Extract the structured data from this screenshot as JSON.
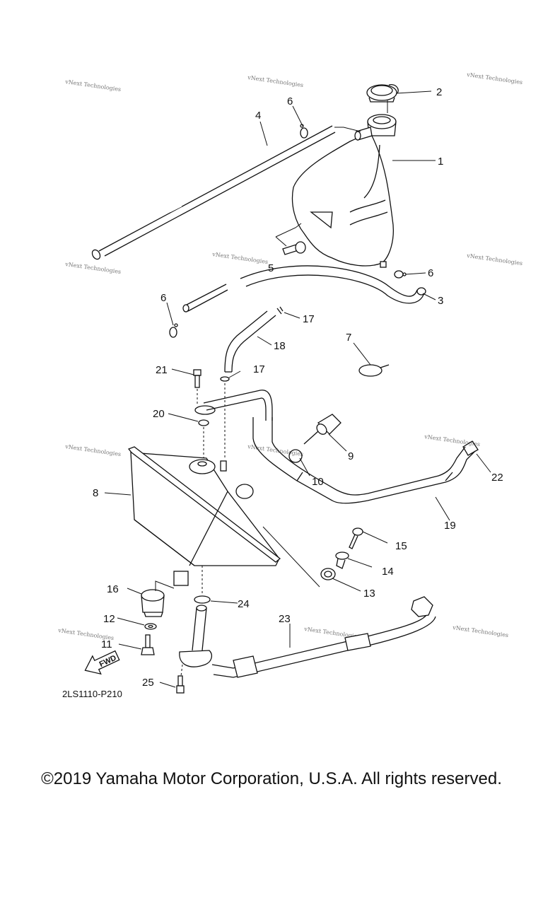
{
  "diagram": {
    "part_code": "2LS1110-P210",
    "fwd_label": "FWD",
    "watermark": "vNext Technologies",
    "callouts": [
      {
        "id": "c1",
        "label": "1"
      },
      {
        "id": "c2",
        "label": "2"
      },
      {
        "id": "c3",
        "label": "3"
      },
      {
        "id": "c4",
        "label": "4"
      },
      {
        "id": "c5",
        "label": "5"
      },
      {
        "id": "c6a",
        "label": "6"
      },
      {
        "id": "c6b",
        "label": "6"
      },
      {
        "id": "c6c",
        "label": "6"
      },
      {
        "id": "c7",
        "label": "7"
      },
      {
        "id": "c8",
        "label": "8"
      },
      {
        "id": "c9",
        "label": "9"
      },
      {
        "id": "c10",
        "label": "10"
      },
      {
        "id": "c11",
        "label": "11"
      },
      {
        "id": "c12",
        "label": "12"
      },
      {
        "id": "c13",
        "label": "13"
      },
      {
        "id": "c14",
        "label": "14"
      },
      {
        "id": "c15",
        "label": "15"
      },
      {
        "id": "c16",
        "label": "16"
      },
      {
        "id": "c17a",
        "label": "17"
      },
      {
        "id": "c17b",
        "label": "17"
      },
      {
        "id": "c18",
        "label": "18"
      },
      {
        "id": "c19",
        "label": "19"
      },
      {
        "id": "c20",
        "label": "20"
      },
      {
        "id": "c21",
        "label": "21"
      },
      {
        "id": "c22",
        "label": "22"
      },
      {
        "id": "c23",
        "label": "23"
      },
      {
        "id": "c24",
        "label": "24"
      },
      {
        "id": "c25",
        "label": "25"
      }
    ]
  },
  "footer": {
    "copyright": "©2019 Yamaha Motor Corporation, U.S.A. All rights reserved."
  }
}
